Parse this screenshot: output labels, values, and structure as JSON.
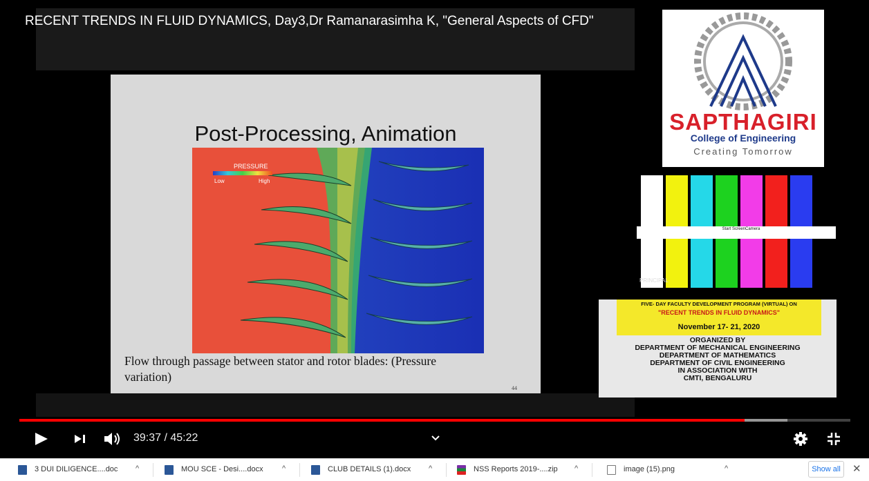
{
  "video": {
    "title": "RECENT TRENDS IN FLUID DYNAMICS, Day3,Dr Ramanarasimha K, \"General Aspects of CFD\"",
    "slide": {
      "title": "Post-Processing, Animation",
      "caption": "Flow through passage between stator and rotor blades: (Pressure variation)",
      "page_number": "44",
      "legend_title": "PRESSURE",
      "legend_low": "Low",
      "legend_high": "High"
    },
    "logo": {
      "name": "SAPTHAGIRI",
      "college": "College of Engineering",
      "tagline": "Creating Tomorrow"
    },
    "test_card": {
      "button_label": "Start ScreenCamera",
      "overlay_label": "PRINCIPAL",
      "bar_colors": [
        "#ffffff",
        "#f2f20e",
        "#25d8e8",
        "#1dd21f",
        "#f23ce8",
        "#f2201d",
        "#2a3cf0"
      ]
    },
    "info": {
      "program": "FIVE- DAY FACULTY DEVELOPMENT PROGRAM (VIRTUAL) ON",
      "event": "\"RECENT TRENDS IN FLUID DYNAMICS\"",
      "date": "November 17- 21, 2020",
      "lines": [
        "ORGANIZED BY",
        "DEPARTMENT OF MECHANICAL ENGINEERING",
        "DEPARTMENT OF MATHEMATICS",
        "DEPARTMENT OF CIVIL ENGINEERING",
        "IN ASSOCIATION WITH",
        "CMTI, BENGALURU"
      ]
    }
  },
  "player": {
    "time": "39:37 / 45:22",
    "progress_played_fraction": 0.873,
    "progress_buffered_fraction": 0.924,
    "accent_color": "#ff0000",
    "icons": [
      "play-icon",
      "next-icon",
      "volume-icon",
      "chevron-down-icon",
      "settings-icon",
      "exit-fullscreen-icon"
    ]
  },
  "downloads": {
    "items": [
      {
        "name": "3 DUI DILIGENCE....doc",
        "icon": "word-doc-icon"
      },
      {
        "name": "MOU  SCE  - Desi....docx",
        "icon": "word-doc-icon"
      },
      {
        "name": "CLUB DETAILS (1).docx",
        "icon": "word-doc-icon"
      },
      {
        "name": "NSS Reports 2019-....zip",
        "icon": "zip-archive-icon"
      },
      {
        "name": "image (15).png",
        "icon": "image-file-icon"
      }
    ],
    "show_all": "Show all",
    "close": "✕"
  }
}
